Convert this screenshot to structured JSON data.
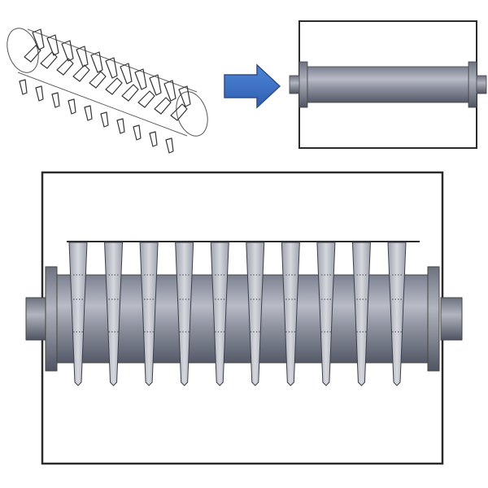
{
  "figure": {
    "description_free": true,
    "panels": [
      {
        "name": "wireframe-rotor-isometric",
        "style": "wireframe"
      },
      {
        "name": "flow-arrow",
        "style": "arrow",
        "color": "#3a6fc4"
      },
      {
        "name": "plain-drum-front-view",
        "style": "shaded"
      },
      {
        "name": "toothed-rotor-front-view",
        "style": "shaded",
        "tooth_count": 10
      }
    ],
    "colors": {
      "metal_dark": "#5f6473",
      "metal_mid": "#8a8f9c",
      "metal_light": "#c6c9d1",
      "frame": "#2b2b2b",
      "arrow": "#3a6fc4",
      "arrow_edge": "#2e4f8a"
    }
  }
}
